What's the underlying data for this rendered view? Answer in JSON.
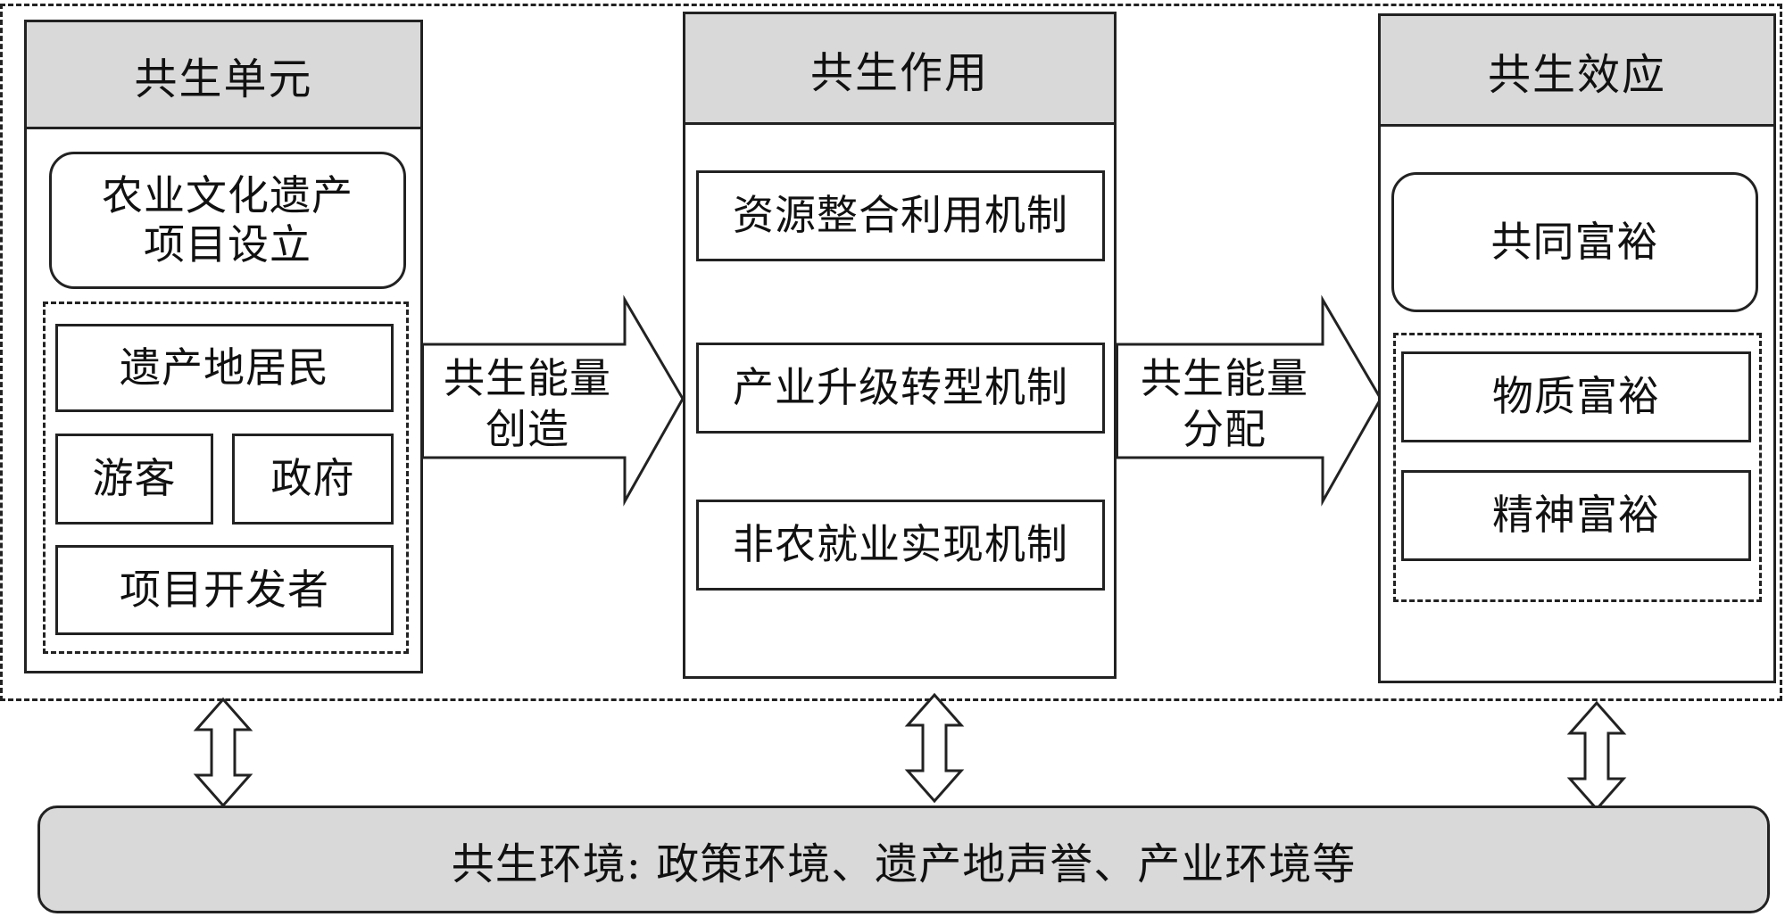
{
  "units": {
    "header": "共生单元",
    "project_box": "农业文化遗产项目设立",
    "residents": "遗产地居民",
    "tourists": "游客",
    "government": "政府",
    "developers": "项目开发者"
  },
  "mechanisms": {
    "header": "共生作用",
    "items": [
      "资源整合利用机制",
      "产业升级转型机制",
      "非农就业实现机制"
    ]
  },
  "effects": {
    "header": "共生效应",
    "common": "共同富裕",
    "material": "物质富裕",
    "spiritual": "精神富裕"
  },
  "arrows": {
    "creation": "共生能量创造",
    "distribution": "共生能量分配"
  },
  "environment": {
    "label": "共生环境: 政策环境、遗产地声誉、产业环境等"
  }
}
